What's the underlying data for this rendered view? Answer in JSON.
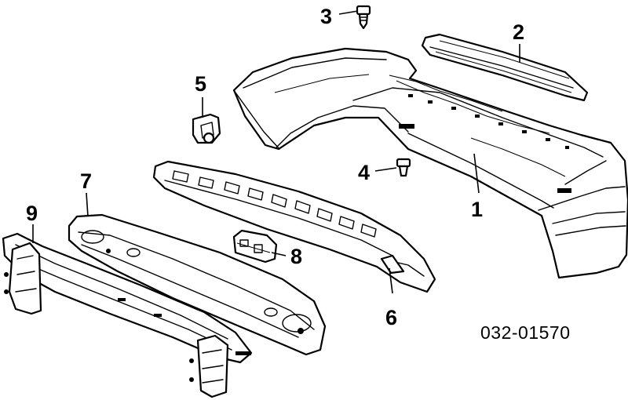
{
  "diagram_code": "032-01570",
  "callouts": {
    "c1": "1",
    "c2": "2",
    "c3": "3",
    "c4": "4",
    "c5": "5",
    "c6": "6",
    "c7": "7",
    "c8": "8",
    "c9": "9"
  }
}
